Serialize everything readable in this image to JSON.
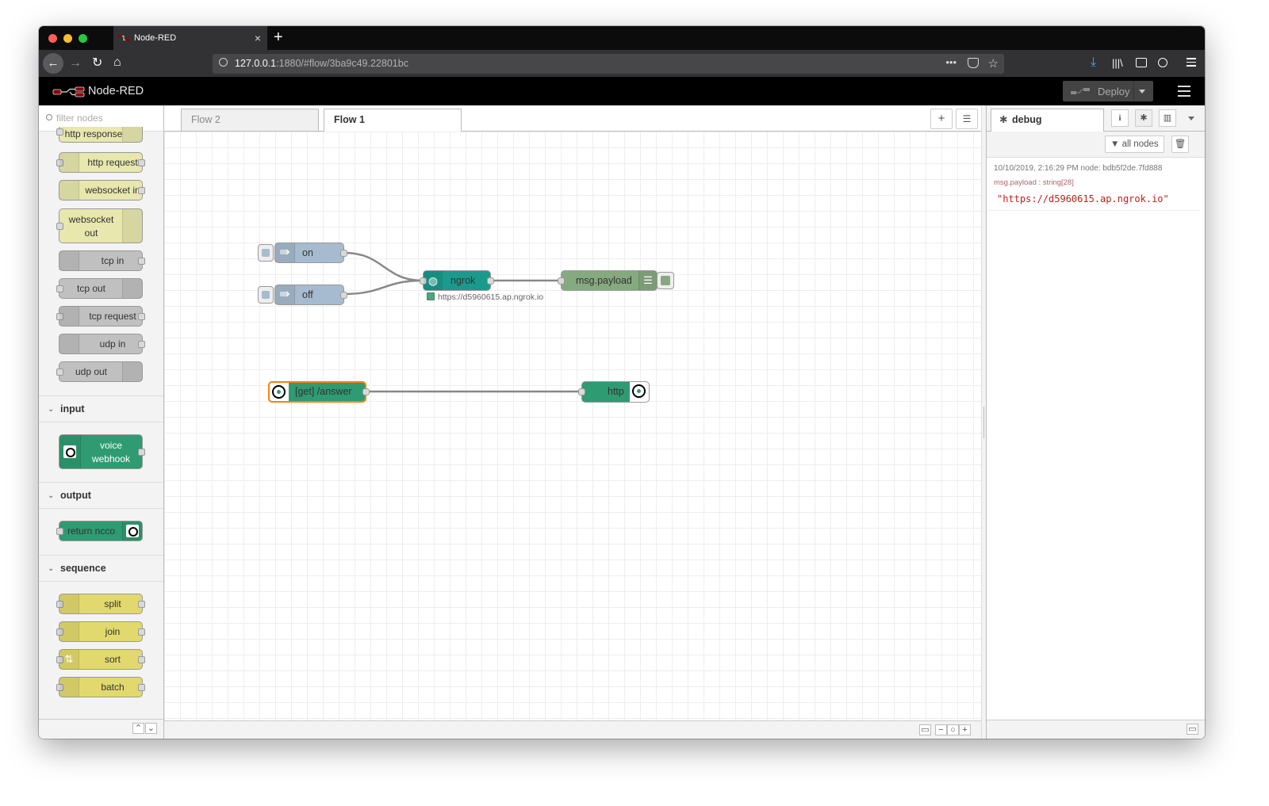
{
  "browser": {
    "tab_title": "Node-RED",
    "url_host": "127.0.0.1",
    "url_rest": ":1880/#flow/3ba9c49.22801bc"
  },
  "header": {
    "title": "Node-RED",
    "deploy_label": "Deploy"
  },
  "palette": {
    "filter_placeholder": "filter nodes",
    "network_nodes": [
      "http response",
      "http request",
      "websocket in",
      "websocket out",
      "tcp in",
      "tcp out",
      "tcp request",
      "udp in",
      "udp out"
    ],
    "categories": {
      "input": {
        "name": "input",
        "nodes": [
          "voice webhook"
        ]
      },
      "output": {
        "name": "output",
        "nodes": [
          "return ncco"
        ]
      },
      "sequence": {
        "name": "sequence",
        "nodes": [
          "split",
          "join",
          "sort",
          "batch"
        ]
      }
    },
    "websocket_out_line1": "websocket",
    "websocket_out_line2": "out",
    "voice_line1": "voice",
    "voice_line2": "webhook"
  },
  "workspace": {
    "tabs": [
      {
        "label": "Flow 2",
        "active": false
      },
      {
        "label": "Flow 1",
        "active": true
      }
    ],
    "nodes": {
      "inject_on": "on",
      "inject_off": "off",
      "ngrok": "ngrok",
      "ngrok_status": "https://d5960615.ap.ngrok.io",
      "debug": "msg.payload",
      "webhook": "[get] /answer",
      "http": "http"
    }
  },
  "sidebar": {
    "tab_label": "debug",
    "filter_label": "all nodes",
    "message": {
      "meta": "10/10/2019, 2:16:29 PM    node: bdb5f2de.7fd888",
      "topic": "msg.payload : string[28]",
      "value": "\"https://d5960615.ap.ngrok.io\""
    }
  },
  "colors": {
    "inject": "#a6bbcf",
    "network": "#c0c0c0",
    "http": "#e7e7ae",
    "ngrok": "#1a9a8d",
    "debug": "#87a980",
    "nexmo": "#2f9b73",
    "sequence": "#e2d96e",
    "selection": "#ff7f0e"
  }
}
